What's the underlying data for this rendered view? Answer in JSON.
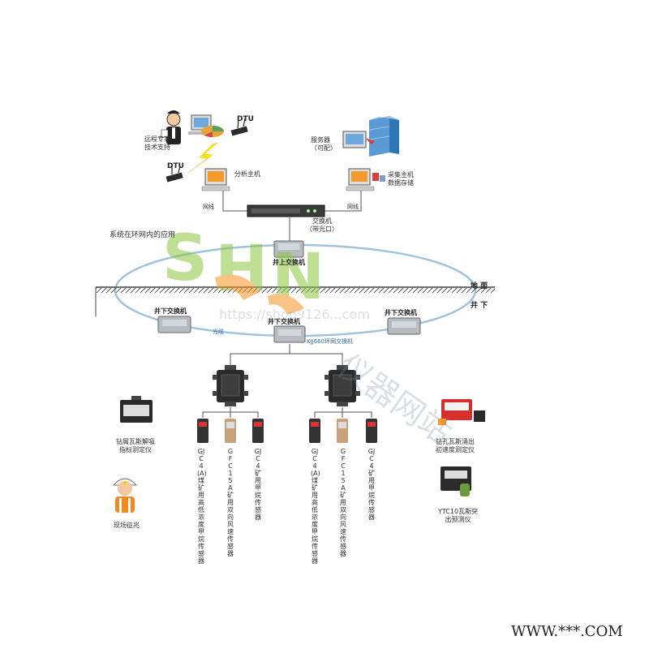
{
  "top": {
    "expert_label": "远程专家\n技术支持",
    "dtu_top": "DTU",
    "dtu_left": "DTU",
    "analysis_host": "分析主机",
    "server_label": "服务器\n（可配）",
    "collect_host": "采集主机\n数据存储",
    "net_left": "网线",
    "net_right": "网线",
    "switch_label": "交换机\n（带光口）"
  },
  "ring": {
    "title": "系统在环网内的应用",
    "surface_switch": "井上交换机",
    "ground": "地 面",
    "underground": "井 下",
    "left_switch": "井下交换机",
    "right_switch": "井下交换机",
    "center_switch": "井下交换机",
    "center_sub": "KJJ660环网交换机",
    "fiber": "光缆"
  },
  "sensors": {
    "group_left": [
      "GJC4(A)煤矿用高低浓度甲烷传感器",
      "GFC15A矿用双向风速传感器",
      "GJC4矿用甲烷传感器"
    ],
    "group_right": [
      "GJC4(A)煤矿用高低浓度甲烷传感器",
      "GFC15A矿用双向风速传感器",
      "GJC4矿用甲烷传感器"
    ]
  },
  "devices": {
    "drill_gas": "钻屑瓦斯解吸\n指标测定仪",
    "site": "现场征兆",
    "gas_flow": "钻孔瓦斯涌出\n初速度测定仪",
    "ytc": "YTC10瓦斯突\n出预测仪"
  },
  "watermark": {
    "logo": "SHN",
    "url": "https://shop9126...com",
    "cn": "仪器网站",
    "footer": "WWW.***.COM"
  },
  "colors": {
    "ring": "#9fc3dc",
    "logo_green": "#8cc63f",
    "logo_orange": "#f7931e",
    "device_orange": "#f59a23",
    "dark_box": "#2b2b2b"
  }
}
